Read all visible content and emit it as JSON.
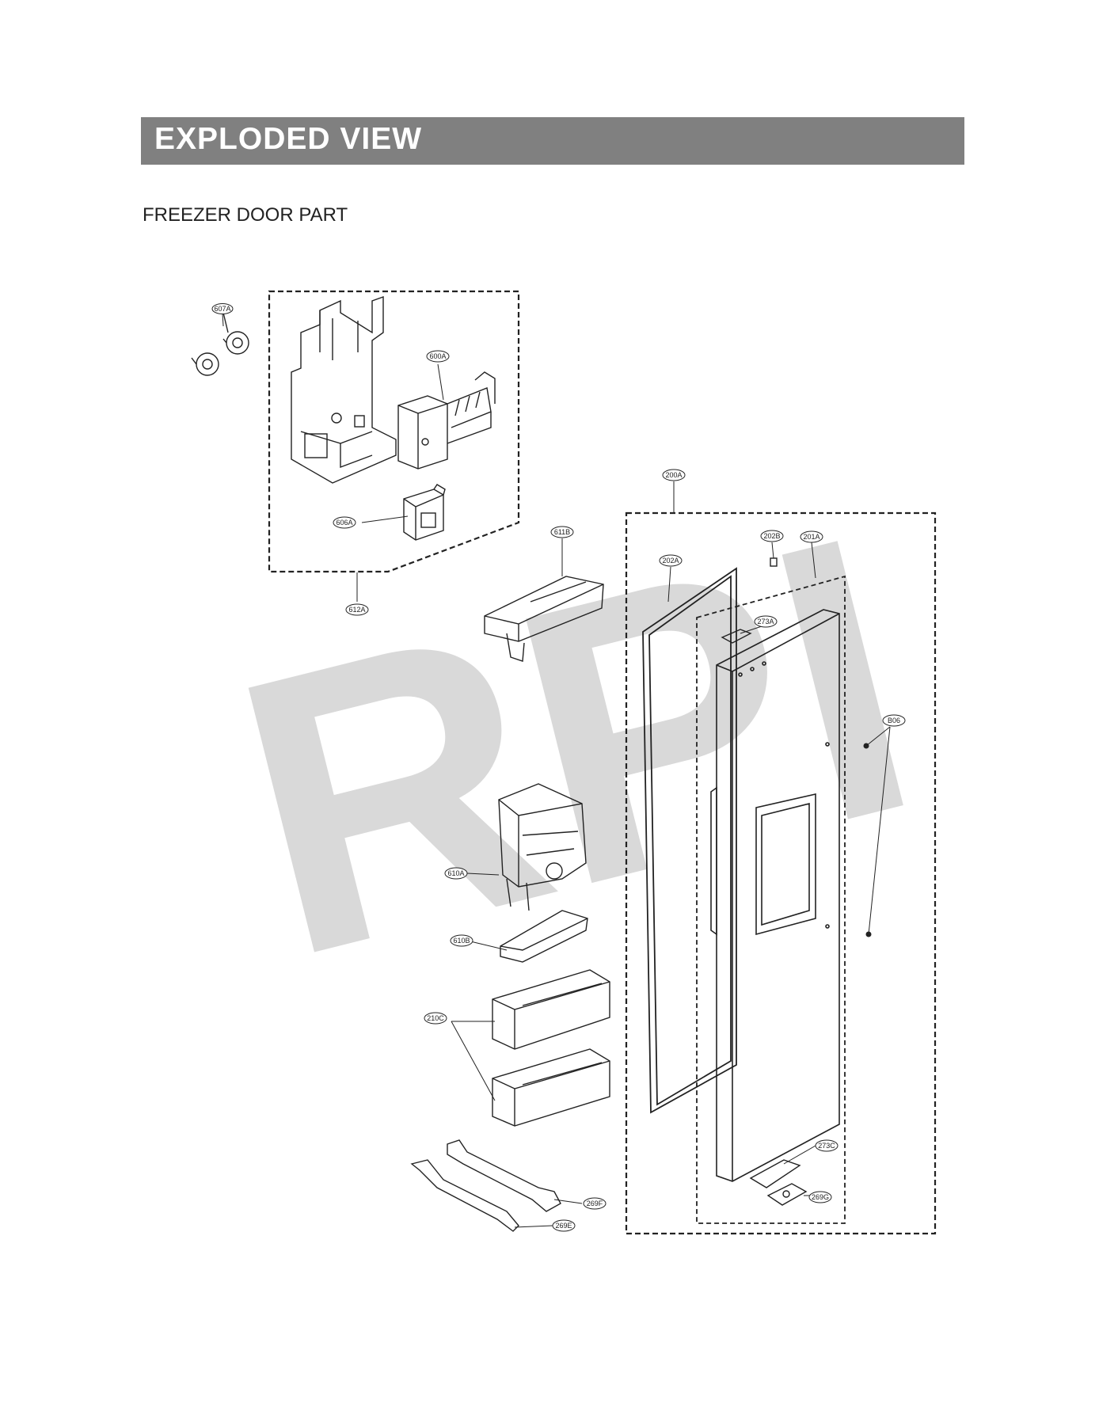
{
  "header": {
    "title": "EXPLODED VIEW"
  },
  "section": {
    "title": "FREEZER DOOR PART"
  },
  "watermark": {
    "text": "RPI",
    "color": "#d9d9d9"
  },
  "parts": [
    {
      "id": "607A"
    },
    {
      "id": "600A"
    },
    {
      "id": "606A"
    },
    {
      "id": "612A"
    },
    {
      "id": "611B"
    },
    {
      "id": "200A"
    },
    {
      "id": "202B"
    },
    {
      "id": "201A"
    },
    {
      "id": "202A"
    },
    {
      "id": "273A"
    },
    {
      "id": "B06"
    },
    {
      "id": "610A"
    },
    {
      "id": "610B"
    },
    {
      "id": "210C"
    },
    {
      "id": "273C"
    },
    {
      "id": "269G"
    },
    {
      "id": "269F"
    },
    {
      "id": "269E"
    }
  ]
}
